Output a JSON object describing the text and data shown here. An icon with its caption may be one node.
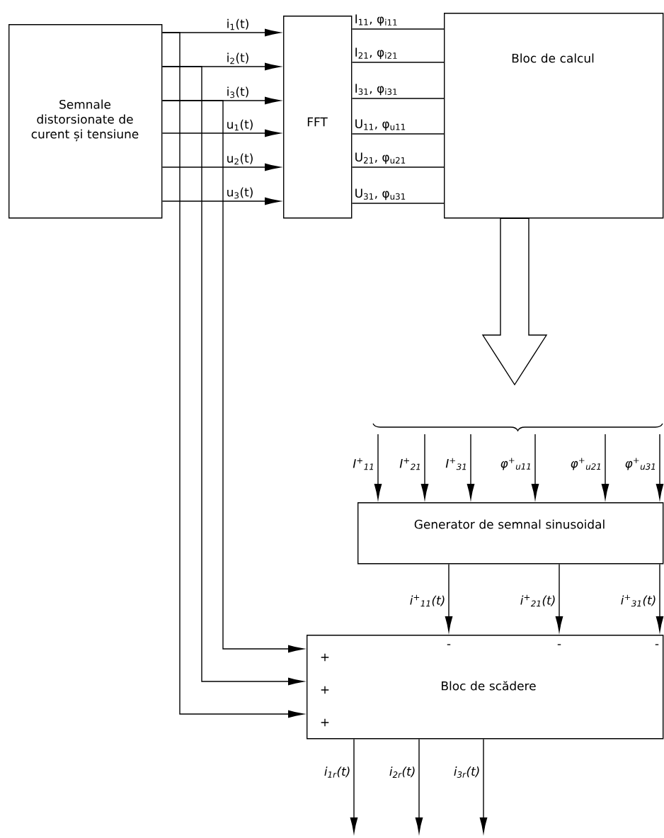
{
  "diagram": {
    "nodes": [
      {
        "text": [
          "Semnale distorsionate de curent și tensiune"
        ]
      },
      {
        "text": [
          "FFT"
        ]
      },
      {
        "text": [
          "Bloc de calcul"
        ]
      },
      {
        "text": [
          "Generator de semnal sinusoidal"
        ]
      },
      {
        "text": [
          "Bloc de scădere"
        ]
      }
    ],
    "edges": [
      {
        "from": 0,
        "to": 1,
        "arrow": "to",
        "label": "i$_{1}$(t)"
      },
      {
        "from": 0,
        "to": 1,
        "arrow": "to",
        "label": "i$_{2}$(t)"
      },
      {
        "from": 0,
        "to": 1,
        "arrow": "to",
        "label": "i$_{3}$(t)"
      },
      {
        "from": 0,
        "to": 1,
        "arrow": "to",
        "label": "u$_{1}$(t)"
      },
      {
        "from": 0,
        "to": 1,
        "arrow": "to",
        "label": "u$_{2}$(t)"
      },
      {
        "from": 0,
        "to": 1,
        "arrow": "to",
        "label": "u$_{3}$(t)"
      },
      {
        "from": 1,
        "to": 2,
        "arrow": "none",
        "label": "I$_{11}$, φ$_{i11}$"
      },
      {
        "from": 1,
        "to": 2,
        "arrow": "none",
        "label": "I$_{21}$, φ$_{i21}$"
      },
      {
        "from": 1,
        "to": 2,
        "arrow": "none",
        "label": "I$_{31}$, φ$_{i31}$"
      },
      {
        "from": 1,
        "to": 2,
        "arrow": "none",
        "label": "U$_{11}$, φ$_{u11}$"
      },
      {
        "from": 1,
        "to": 2,
        "arrow": "none",
        "label": "U$_{21}$, φ$_{u21}$"
      },
      {
        "from": 1,
        "to": 2,
        "arrow": "none",
        "label": "U$_{31}$, φ$_{u31}$"
      },
      {
        "from": 0,
        "to": 4,
        "arrow": "to"
      },
      {
        "from": 0,
        "to": 4,
        "arrow": "to"
      },
      {
        "from": 0,
        "to": 4,
        "arrow": "to"
      },
      {
        "from": 2,
        "to": null,
        "arrow": "to"
      },
      {
        "from": null,
        "to": 3,
        "arrow": "to",
        "label": "I$^{+}$$_{11}$"
      },
      {
        "from": null,
        "to": 3,
        "arrow": "to",
        "label": "I$^{+}$$_{21}$"
      },
      {
        "from": null,
        "to": 3,
        "arrow": "to",
        "label": "I$^{+}$$_{31}$"
      },
      {
        "from": null,
        "to": 3,
        "arrow": "to",
        "label": "φ$^{+}$$_{u11}$"
      },
      {
        "from": null,
        "to": 3,
        "arrow": "to",
        "label": "φ$^{+}$$_{u21}$"
      },
      {
        "from": null,
        "to": 3,
        "arrow": "to",
        "label": "φ$^{+}$$_{u31}$"
      },
      {
        "from": 3,
        "to": 4,
        "arrow": "to",
        "label": "i$^{+}$$_{11}$(t)"
      },
      {
        "from": 3,
        "to": 4,
        "arrow": "to",
        "label": "i$^{+}$$_{21}$(t)"
      },
      {
        "from": 3,
        "to": 4,
        "arrow": "to",
        "label": "i$^{+}$$_{31}$(t)"
      },
      {
        "from": 4,
        "to": null,
        "arrow": "to",
        "label": "i$_{1r}$(t)"
      },
      {
        "from": 4,
        "to": null,
        "arrow": "to",
        "label": "i$_{2r}$(t)"
      },
      {
        "from": 4,
        "to": null,
        "arrow": "to",
        "label": "i$_{3r}$(t)"
      }
    ],
    "labels": [
      "+",
      "-",
      "-",
      "-",
      "+",
      "+"
    ]
  }
}
